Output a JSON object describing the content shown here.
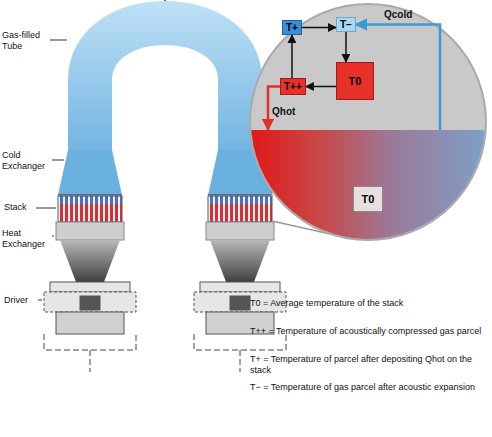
{
  "diagram": {
    "nodes": [
      {
        "text": [
          "T+"
        ]
      },
      {
        "text": [
          "T−"
        ]
      },
      {
        "text": [
          "T++"
        ]
      },
      {
        "text": [
          "T0"
        ]
      },
      {
        "text": [
          "T0"
        ]
      }
    ],
    "edges": [
      {
        "from": 3,
        "to": 2,
        "arrow": "to"
      },
      {
        "from": 2,
        "to": 0,
        "arrow": "to"
      },
      {
        "from": 0,
        "to": 1,
        "arrow": "to"
      },
      {
        "from": 1,
        "to": 3,
        "arrow": "to"
      },
      {
        "from": 2,
        "to": 4,
        "label": "Qhot",
        "arrow": "to"
      },
      {
        "from": 4,
        "to": 1,
        "label": "Qcold",
        "arrow": "to"
      }
    ],
    "labels": [
      "Gas-filled Tube",
      "Cold Exchanger",
      "Stack",
      "Heat Exchanger",
      "Driver",
      "T0 = Average temperature of the stack",
      "T++ = Temperature of acoustically compressed gas parcel",
      "T+ = Temperature of parcel after depositing Qhot on the stack",
      "T− = Temperature of gas parcel after acoustic expansion"
    ]
  }
}
